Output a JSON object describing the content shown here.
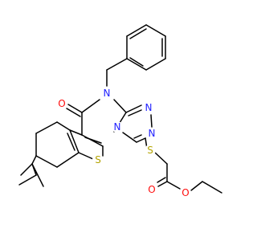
{
  "molecule": {
    "atom_labels": {
      "n4": "N",
      "o_ketone": "O",
      "n_triazole_1": "N",
      "n_triazole_2": "N",
      "n_bridge": "N",
      "s_thiophene": "S",
      "s_thioether": "S",
      "o_ester_carbonyl": "O",
      "o_ester_ether": "O"
    },
    "colors": {
      "nitrogen": "#1f1fff",
      "oxygen": "#ff0d0d",
      "sulfur": "#b3a300",
      "bond": "#000000"
    }
  }
}
